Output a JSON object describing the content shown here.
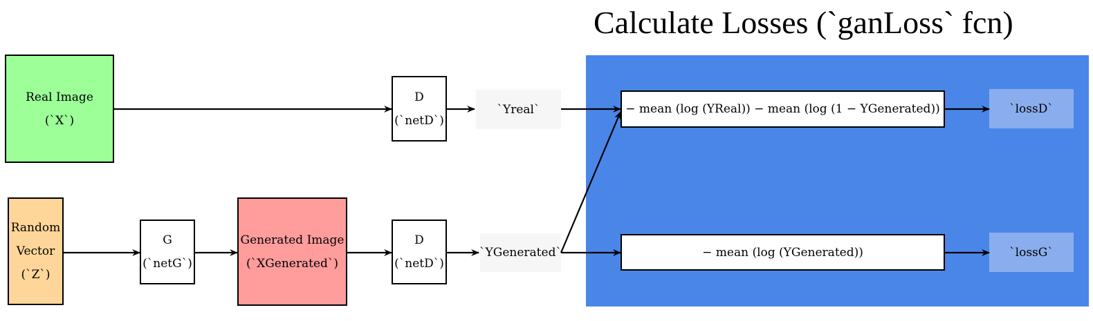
{
  "title": "Calculate Losses (`ganLoss` fcn)",
  "colors": {
    "loss_panel": "#4a86e8",
    "real_image": "#9cff98",
    "random_vector": "#ffd699",
    "generated_image": "#ff9c9c",
    "output_label_bg": "#f6f6f6",
    "loss_label_bg": "#8aaeed"
  },
  "nodes": {
    "real_image": {
      "line1": "Real Image",
      "line2": "(`X`)"
    },
    "random_vector": {
      "line1": "Random",
      "line2": "Vector",
      "line3": "(`Z`)"
    },
    "generator": {
      "line1": "G",
      "line2": "(`netG`)"
    },
    "generated_image": {
      "line1": "Generated Image",
      "line2": "(`XGenerated`)"
    },
    "discriminator_real": {
      "line1": "D",
      "line2": "(`netD`)"
    },
    "discriminator_generated": {
      "line1": "D",
      "line2": "(`netD`)"
    },
    "y_real": "`Yreal`",
    "y_generated": "`YGenerated`",
    "loss_d_formula": "− mean (log (YReal)) − mean (log (1 − YGenerated))",
    "loss_g_formula": "− mean (log (YGenerated))",
    "loss_d": "`lossD`",
    "loss_g": "`lossG`"
  }
}
